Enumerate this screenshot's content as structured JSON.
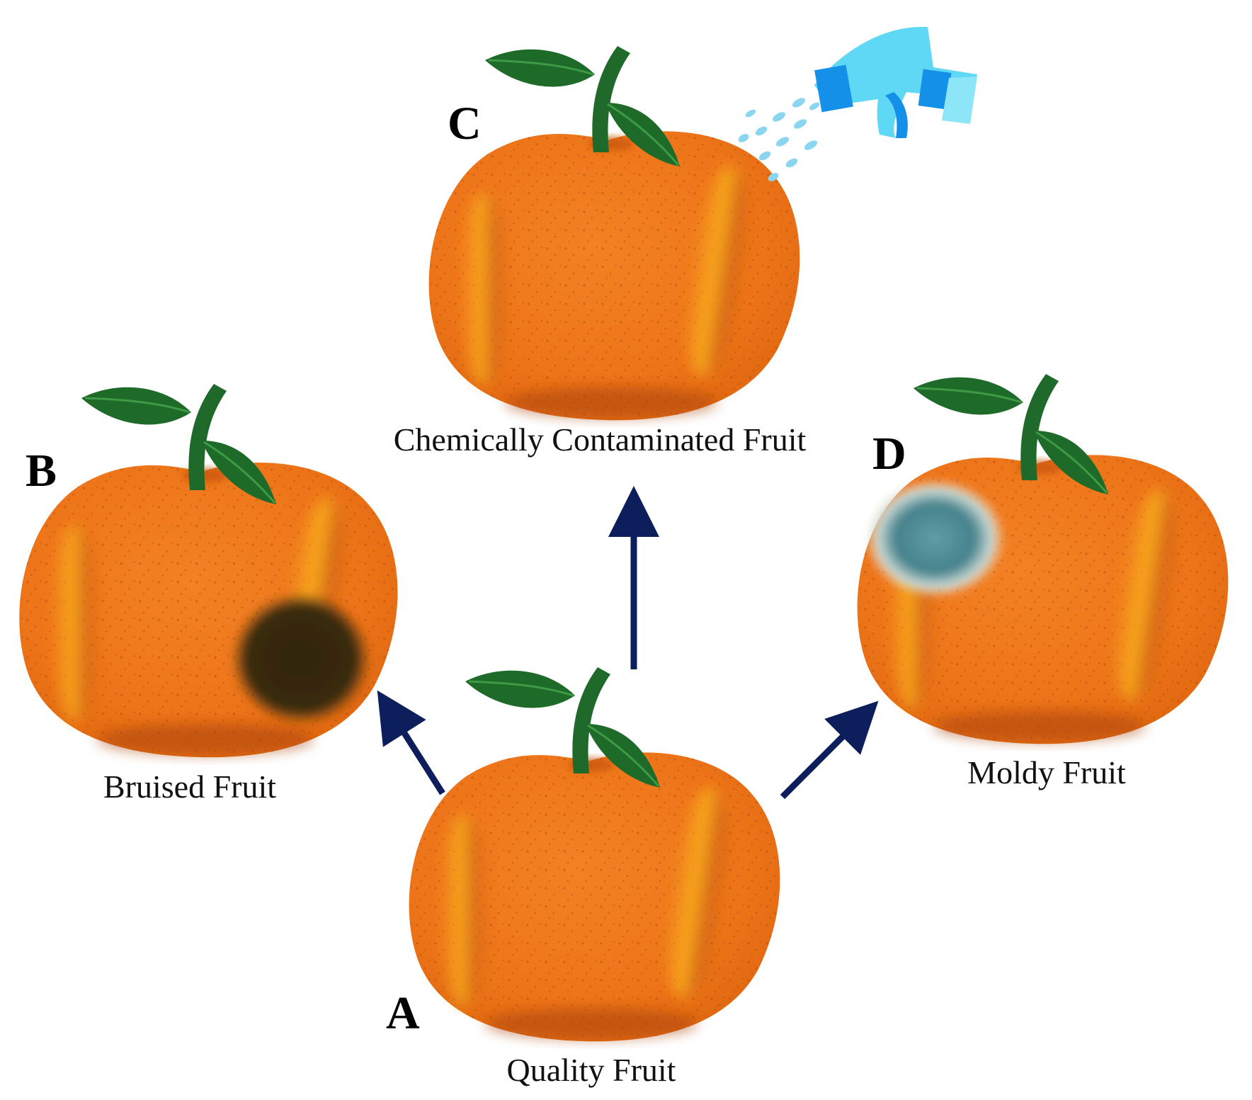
{
  "panels": {
    "a": {
      "letter": "A",
      "caption": "Quality Fruit"
    },
    "b": {
      "letter": "B",
      "caption": "Bruised Fruit"
    },
    "c": {
      "letter": "C",
      "caption": "Chemically Contaminated Fruit"
    },
    "d": {
      "letter": "D",
      "caption": "Moldy Fruit"
    }
  },
  "colors": {
    "fruit": "#ef7518",
    "fruit_highlight": "#f9a21a",
    "fruit_shadow": "#b84a0f",
    "leaf": "#1e6b2a",
    "stem": "#1f6a2b",
    "arrow": "#0d1e5c",
    "bruise": "#3a2a10",
    "mold": "#4f8f96",
    "spray_bottle": "#5fd8f5",
    "spray_dark": "#1590e8",
    "spray_droplets": "#8ad6f0"
  },
  "icons": {
    "fruit": "orange-icon",
    "leaf": "leaf-icon",
    "spray": "spray-bottle-icon",
    "arrow": "arrow-icon"
  }
}
